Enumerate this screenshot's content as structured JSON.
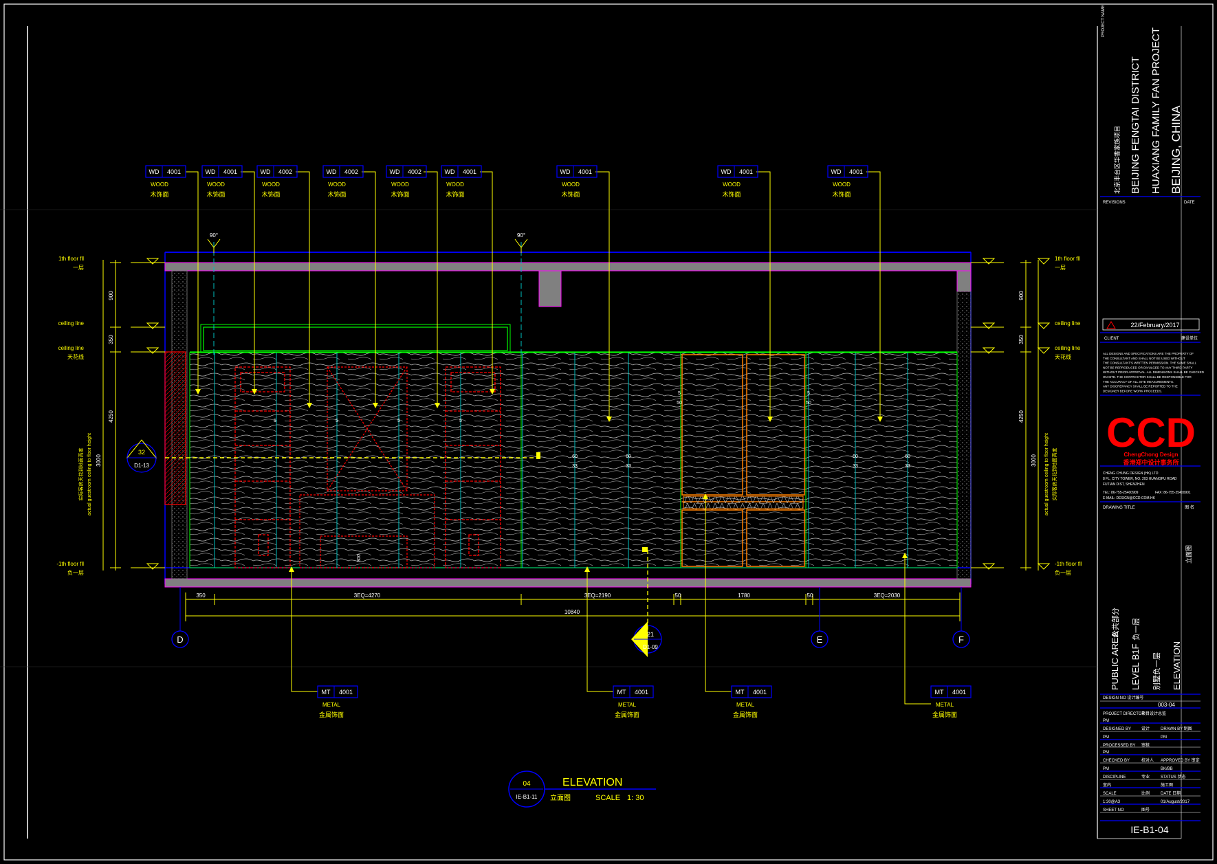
{
  "colors": {
    "background": "#000000",
    "frame": "#ffffff",
    "yellow": "#ffff00",
    "blue": "#0000ff",
    "green": "#00ff00",
    "red": "#ff0000",
    "cyan": "#00c0c0",
    "magenta": "#ff00ff",
    "orange": "#ff8000",
    "gray": "#808080",
    "brand_red": "#ff0000"
  },
  "tags_top": [
    {
      "code": "WD",
      "num": "4001",
      "type": "WOOD",
      "cn": "木饰面"
    },
    {
      "code": "WD",
      "num": "4001",
      "type": "WOOD",
      "cn": "木饰面"
    },
    {
      "code": "WD",
      "num": "4002",
      "type": "WOOD",
      "cn": "木饰面"
    },
    {
      "code": "WD",
      "num": "4002",
      "type": "WOOD",
      "cn": "木饰面"
    },
    {
      "code": "WD",
      "num": "4002",
      "type": "WOOD",
      "cn": "木饰面"
    },
    {
      "code": "WD",
      "num": "4001",
      "type": "WOOD",
      "cn": "木饰面"
    },
    {
      "code": "WD",
      "num": "4001",
      "type": "WOOD",
      "cn": "木饰面"
    },
    {
      "code": "WD",
      "num": "4001",
      "type": "WOOD",
      "cn": "木饰面"
    },
    {
      "code": "WD",
      "num": "4001",
      "type": "WOOD",
      "cn": "木饰面"
    }
  ],
  "tags_bottom": [
    {
      "code": "MT",
      "num": "4001",
      "type": "METAL",
      "cn": "金属饰面"
    },
    {
      "code": "MT",
      "num": "4001",
      "type": "METAL",
      "cn": "金属饰面"
    },
    {
      "code": "MT",
      "num": "4001",
      "type": "METAL",
      "cn": "金属饰面"
    },
    {
      "code": "MT",
      "num": "4001",
      "type": "METAL",
      "cn": "金属饰面"
    }
  ],
  "angles": [
    "90°",
    "90°"
  ],
  "levels_left": [
    {
      "en": "1th floor fll",
      "cn": "一层"
    },
    {
      "en": "ceiling line",
      "cn": ""
    },
    {
      "en": "ceiling line",
      "cn": "天花线"
    },
    {
      "en": "-1th floor fll",
      "cn": "负一层"
    }
  ],
  "levels_right": [
    {
      "en": "1th floor fll",
      "cn": "一层"
    },
    {
      "en": "ceiling line",
      "cn": ""
    },
    {
      "en": "ceiling line",
      "cn": "天花线"
    },
    {
      "en": "-1th floor fll",
      "cn": "负一层"
    }
  ],
  "vertical_dims": [
    "900",
    "350",
    "4250",
    "3000"
  ],
  "vertical_note_en": "actual guestroom ceiling to floor height",
  "vertical_note_cn": "实际客房天花到地面高度",
  "horizontal_dims": [
    "350",
    "3EQ=4270",
    "3EQ=2190",
    "50",
    "1780",
    "50",
    "3EQ=2030"
  ],
  "total_dim": "10840",
  "grid_labels": [
    "D",
    "E",
    "F"
  ],
  "section_marks": [
    {
      "num": "32",
      "ref": "D1-13"
    },
    {
      "num": "21",
      "ref": "D1-09"
    }
  ],
  "small_dims": [
    "5",
    "5",
    "5",
    "5",
    "5",
    "5",
    "50",
    "50",
    "60",
    "33",
    "60",
    "33",
    "60",
    "33",
    "60",
    "33",
    "300"
  ],
  "elevation": {
    "num": "04",
    "ref": "IE-B1-11",
    "title": "ELEVATION",
    "cn": "立面图",
    "scale_label": "SCALE",
    "scale": "1:  30"
  },
  "titleblock": {
    "project_name_label": "PROJECT NAME",
    "project_cn": "北京丰台区华香家族项目",
    "project_lines": [
      "BEIJING FENGTAI DISTRICT",
      "HUAXIANG FAMILY FAN PROJECT",
      "BEIJING, CHINA"
    ],
    "revisions": "REVISIONS",
    "date_label": "DATE",
    "revision_date": "22/February/2017",
    "client": "CLIENT",
    "client_cn": "建设单位",
    "notes": [
      "ALL DESIGNS AND SPECIFICATIONS ARE THE PROPERTY OF",
      "THE CONSULTANT AND SHALL NOT BE USED WITHOUT",
      "THE CONSULTANT'S WRITTEN PERMISSION. THE SAME SHALL",
      "NOT BE REPRODUCED OR DIVULGED TO ANY THIRD PARTY",
      "WITHOUT PRIOR APPROVAL. ALL DIMENSIONS SHALL BE CHECKED",
      "ON SITE. THE CONTRACTOR SHALL BE RESPONSIBLE FOR",
      "THE ACCURACY OF ALL SITE MEASUREMENTS.",
      "ANY DISCREPANCY SHALL BE REPORTED TO THE",
      "DESIGNER BEFORE WORK PROCEEDS."
    ],
    "logo": "CCD",
    "logo_sub": "ChengChong Design",
    "logo_cn": "香港郑中设计事务所",
    "company": [
      "CHENG CHUNG DESIGN (HK) LTD",
      "8 FL, CITY TOWER, NO. 203 HUANGPU ROAD",
      "FUTIAN DIST, SHENZHEN",
      "TEL: 86-755-25400909",
      "FAX: 86-755-25400901",
      "E-MAIL: DESIGN@CCD.COM.HK"
    ],
    "drawing_title_label": "DRAWING TITLE",
    "drawing_title_cn": "图 名",
    "elevation_cn": "立面图",
    "area": [
      "PUBLIC AREA",
      "公共部分"
    ],
    "level": [
      "LEVEL B1F",
      "负一层"
    ],
    "villa": "别墅负一层",
    "elevation_en": "ELEVATION",
    "design_no_label": "DESIGN NO 设计编号",
    "design_no": "003-04",
    "rows": [
      {
        "label": "PROJECT DIRECTOR",
        "cn": "项目设计总监",
        "value": ""
      },
      {
        "label": "PM",
        "cn": "",
        "value": ""
      },
      {
        "label": "DESIGNED BY",
        "cn": "设计",
        "value": "DRAWN BY 制图"
      },
      {
        "label": "PM",
        "cn": "",
        "value": "PM"
      },
      {
        "label": "PROCESSED BY",
        "cn": "审核",
        "value": ""
      },
      {
        "label": "PM",
        "cn": "",
        "value": ""
      },
      {
        "label": "CHECKED BY",
        "cn": "校对人",
        "value": "APPROVED BY 审定"
      },
      {
        "label": "PM",
        "cn": "",
        "value": "BK/BB"
      },
      {
        "label": "DISCIPLINE",
        "cn": "专业",
        "value": "STATUS 状态"
      },
      {
        "label": "室内",
        "cn": "",
        "value": "施工图"
      },
      {
        "label": "SCALE",
        "cn": "比例",
        "value": "DATE 日期"
      },
      {
        "label": "1:30@A3",
        "cn": "",
        "value": "01/August/2017"
      },
      {
        "label": "SHEET NO",
        "cn": "图号",
        "value": ""
      }
    ],
    "sheet_no": "IE-B1-04"
  }
}
